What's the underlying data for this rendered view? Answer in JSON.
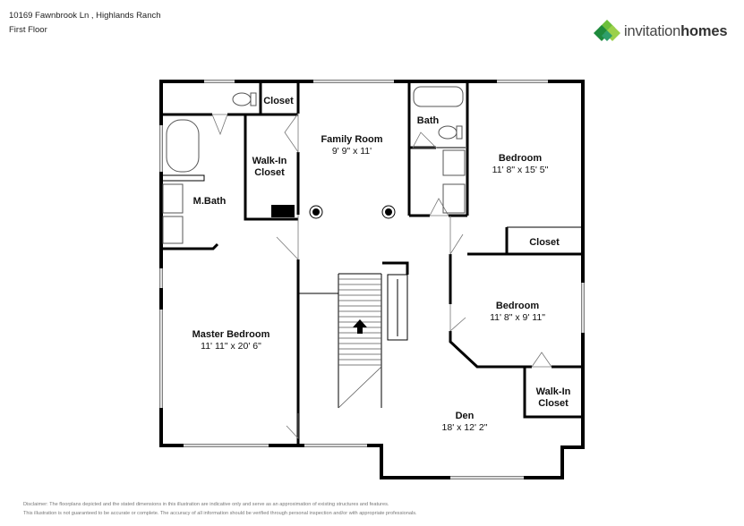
{
  "header": {
    "address": "10169 Fawnbrook Ln , Highlands Ranch",
    "floor": "First Floor"
  },
  "logo": {
    "text_regular": "invitation",
    "text_bold": "homes",
    "colors": [
      "#1e8a3c",
      "#6cbf3b",
      "#2e9e6b",
      "#9bd04a"
    ]
  },
  "rooms": {
    "closet_top": {
      "name": "Closet"
    },
    "walkin_1": {
      "name_line1": "Walk-In",
      "name_line2": "Closet"
    },
    "family_room": {
      "name": "Family Room",
      "dims": "9' 9\" x 11'"
    },
    "bath": {
      "name": "Bath"
    },
    "bedroom_1": {
      "name": "Bedroom",
      "dims": "11' 8\" x 15' 5\""
    },
    "mbath": {
      "name": "M.Bath"
    },
    "closet_right": {
      "name": "Closet"
    },
    "bedroom_2": {
      "name": "Bedroom",
      "dims": "11' 8\" x 9' 11\""
    },
    "master_bedroom": {
      "name": "Master Bedroom",
      "dims": "11' 11\" x 20' 6\""
    },
    "walkin_2": {
      "name_line1": "Walk-In",
      "name_line2": "Closet"
    },
    "den": {
      "name": "Den",
      "dims": "18' x 12' 2\""
    }
  },
  "disclaimer": {
    "line1": "Disclaimer: The floorplans depicted and the stated dimensions in this illustration are indicative only and serve as an approximation of existing structures and features.",
    "line2": "This illustration is not guaranteed to be accurate or complete. The accuracy of all information should be verified through personal inspection and/or with appropriate professionals."
  },
  "colors": {
    "wall": "#000000",
    "window": "#bbbbbb",
    "fixture": "#555555"
  }
}
